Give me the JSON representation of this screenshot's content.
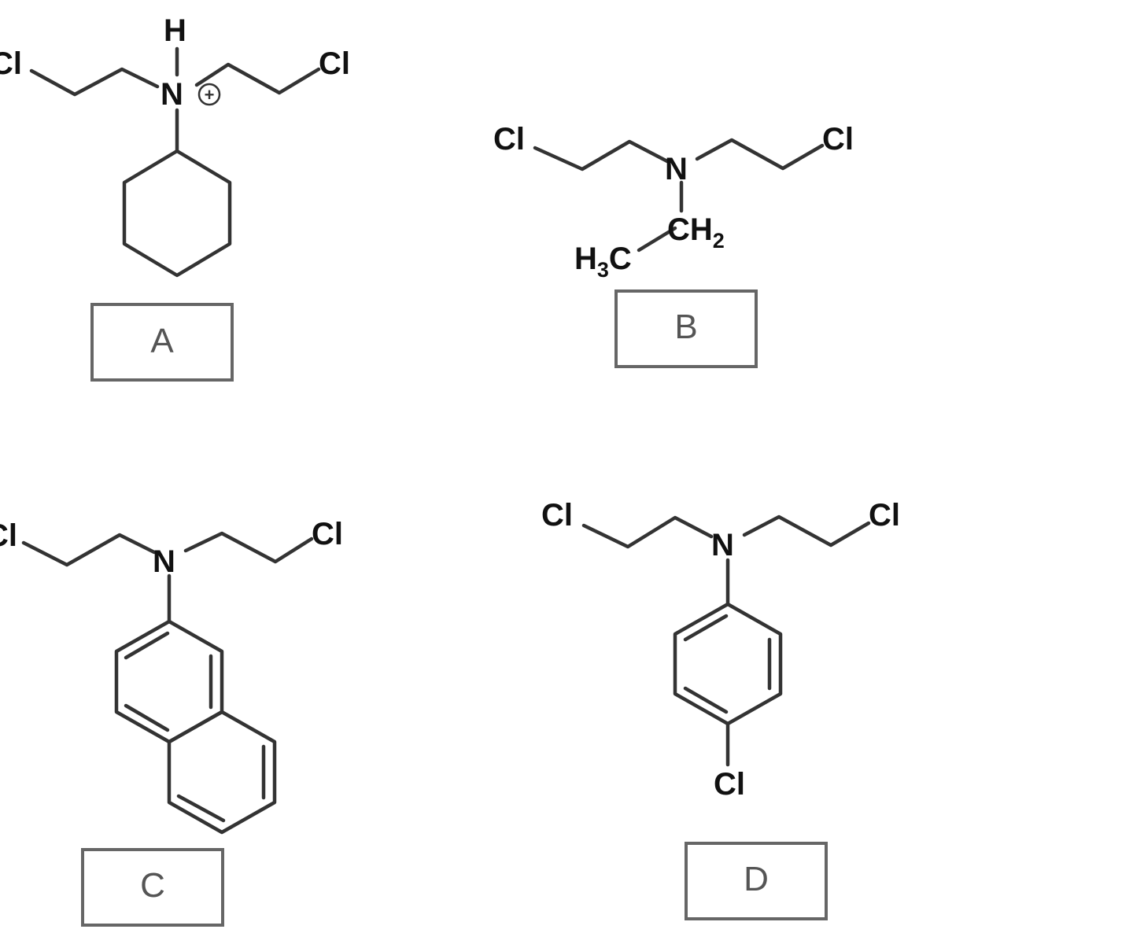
{
  "structures": [
    {
      "label": "A",
      "atoms": {
        "cl_left": "Cl",
        "cl_right": "Cl",
        "nitrogen": "N",
        "hydrogen": "H",
        "charge": "+"
      }
    },
    {
      "label": "B",
      "atoms": {
        "cl_left": "Cl",
        "cl_right": "Cl",
        "nitrogen": "N",
        "ch2": "CH",
        "ch2_sub": "2",
        "h3c_h": "H",
        "h3c_sub": "3",
        "h3c_c": "C"
      }
    },
    {
      "label": "C",
      "atoms": {
        "cl_left": "Cl",
        "cl_right": "Cl",
        "nitrogen": "N"
      }
    },
    {
      "label": "D",
      "atoms": {
        "cl_left": "Cl",
        "cl_right": "Cl",
        "nitrogen": "N",
        "cl_para": "Cl"
      }
    }
  ]
}
